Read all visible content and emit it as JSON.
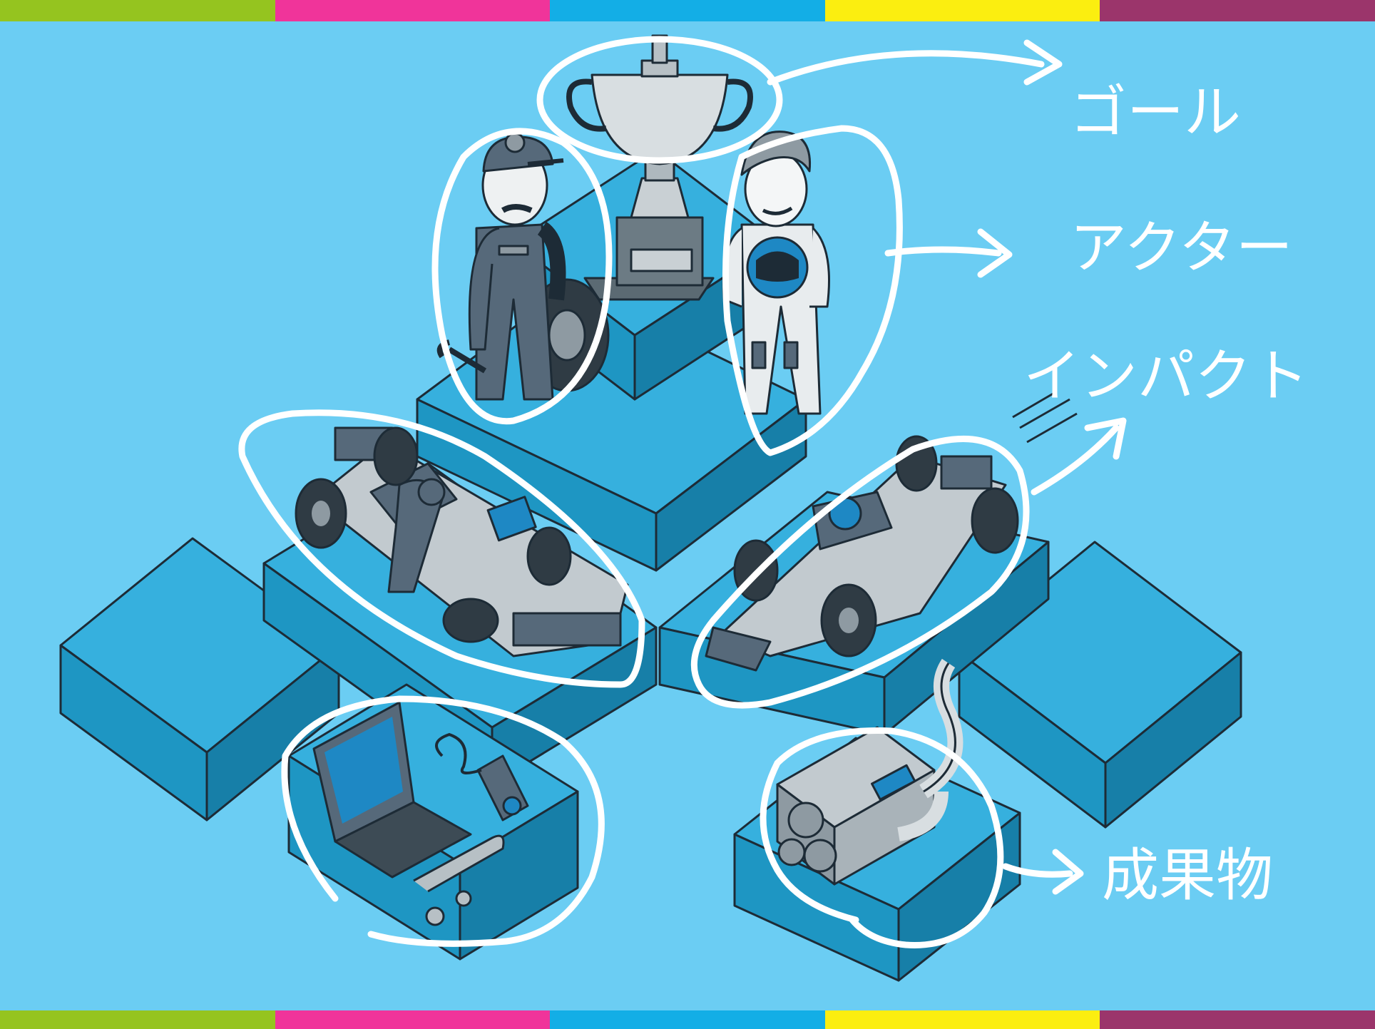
{
  "labels": {
    "goal": "ゴール",
    "actor": "アクター",
    "impact": "インパクト",
    "deliverable": "成果物"
  },
  "colors": {
    "background": "#6bcdf3",
    "stripe": [
      "#95c41f",
      "#f0349a",
      "#13aee6",
      "#fbee10",
      "#9b356b"
    ],
    "block_top": "#36b0de",
    "block_left": "#1e96c3",
    "block_right": "#177fa8",
    "annotation": "#ffffff"
  },
  "icons": [
    "trophy-icon",
    "mechanic-icon",
    "driver-icon",
    "race-car-icon",
    "laptop-icon",
    "engine-icon"
  ]
}
